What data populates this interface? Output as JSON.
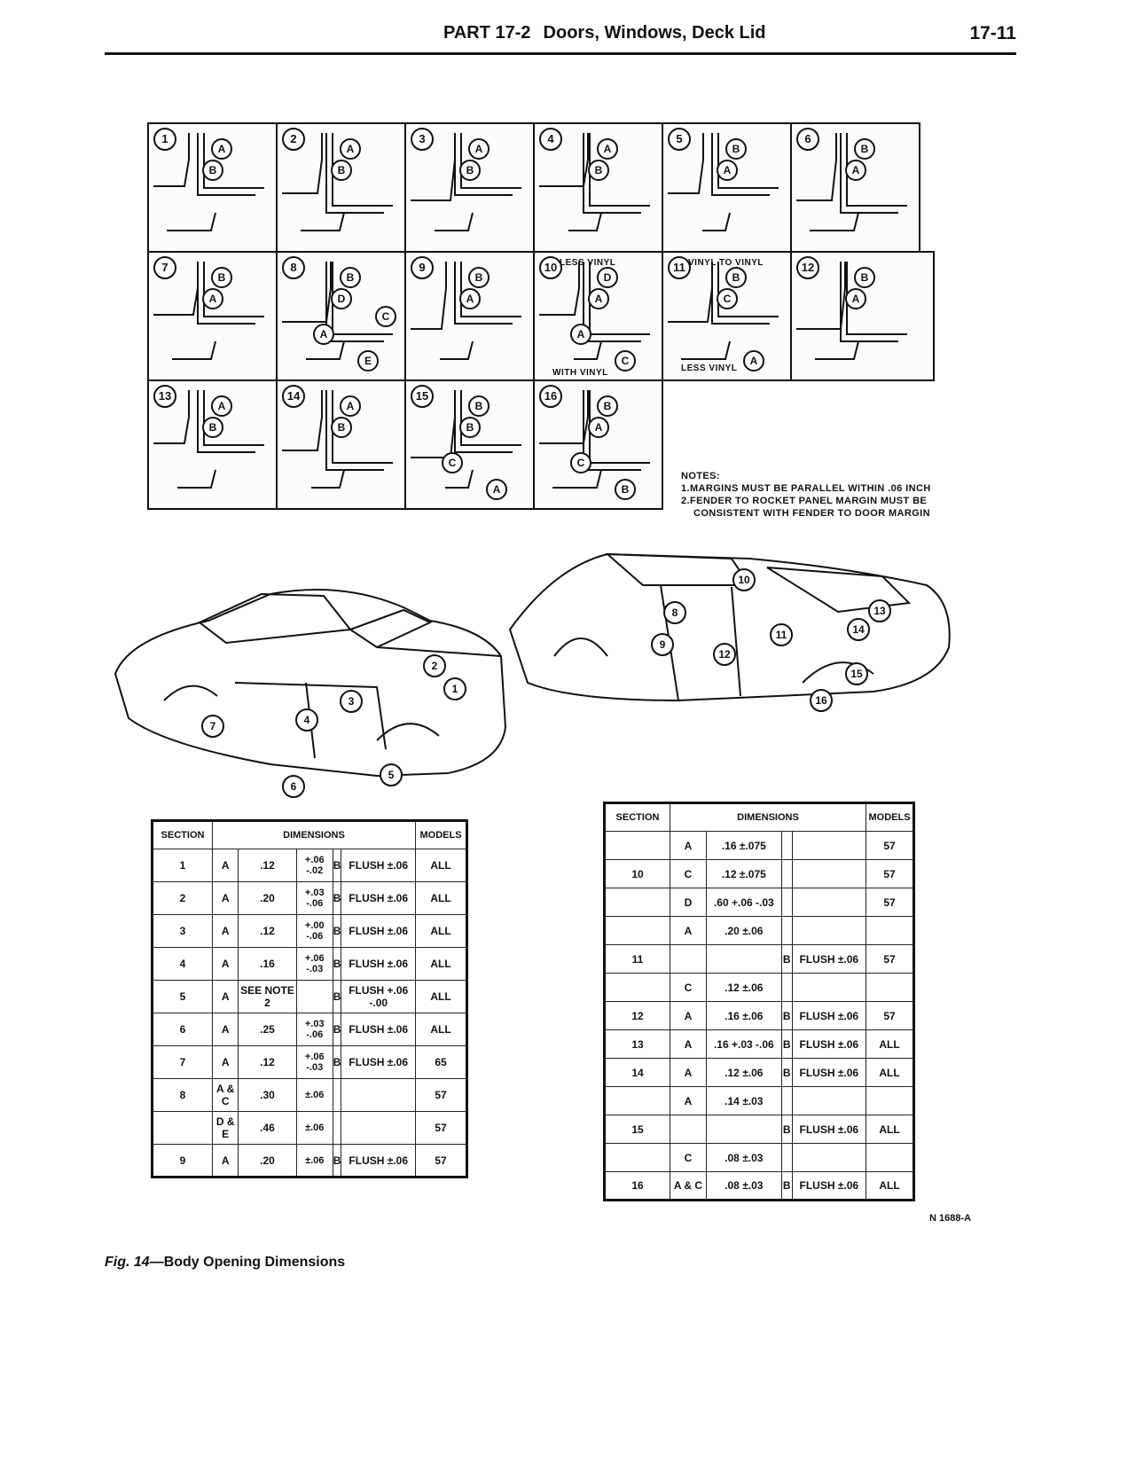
{
  "header": {
    "part": "PART 17-2",
    "title": "Doors, Windows, Deck Lid",
    "page": "17-11"
  },
  "details": [
    {
      "num": "1",
      "labels": [
        "A",
        "B"
      ]
    },
    {
      "num": "2",
      "labels": [
        "A",
        "B"
      ]
    },
    {
      "num": "3",
      "labels": [
        "A",
        "B"
      ]
    },
    {
      "num": "4",
      "labels": [
        "A",
        "B"
      ]
    },
    {
      "num": "5",
      "labels": [
        "B",
        "A"
      ]
    },
    {
      "num": "6",
      "labels": [
        "B",
        "A"
      ]
    },
    {
      "num": "7",
      "labels": [
        "B",
        "A"
      ]
    },
    {
      "num": "8",
      "labels": [
        "B",
        "D",
        "E",
        "A",
        "C"
      ]
    },
    {
      "num": "9",
      "labels": [
        "B",
        "A"
      ]
    },
    {
      "num": "10",
      "labels": [
        "D",
        "A",
        "C",
        "A"
      ],
      "texts": [
        "LESS VINYL",
        "WITH VINYL"
      ]
    },
    {
      "num": "11",
      "labels": [
        "B",
        "C",
        "A"
      ],
      "texts": [
        "VINYL TO VINYL",
        "LESS VINYL"
      ]
    },
    {
      "num": "12",
      "labels": [
        "B",
        "A"
      ]
    },
    {
      "num": "13",
      "labels": [
        "A",
        "B"
      ]
    },
    {
      "num": "14",
      "labels": [
        "A",
        "B"
      ]
    },
    {
      "num": "15",
      "labels": [
        "B",
        "B",
        "A",
        "C"
      ]
    },
    {
      "num": "16",
      "labels": [
        "B",
        "A",
        "B",
        "C"
      ]
    }
  ],
  "notes": {
    "title": "NOTES:",
    "lines": [
      "1.MARGINS MUST BE PARALLEL WITHIN .06 INCH",
      "2.FENDER TO ROCKET PANEL MARGIN MUST BE",
      "CONSISTENT WITH FENDER TO DOOR MARGIN"
    ]
  },
  "callouts": [
    "1",
    "2",
    "3",
    "4",
    "5",
    "6",
    "7",
    "8",
    "9",
    "10",
    "11",
    "12",
    "13",
    "14",
    "15",
    "16"
  ],
  "table_left": {
    "headers": [
      "SECTION",
      "DIMENSIONS",
      "MODELS"
    ],
    "rows": [
      [
        "1",
        "A",
        ".12",
        "+.06 -.02",
        "B",
        "FLUSH ±.06",
        "ALL"
      ],
      [
        "2",
        "A",
        ".20",
        "+.03 -.06",
        "B",
        "FLUSH ±.06",
        "ALL"
      ],
      [
        "3",
        "A",
        ".12",
        "+.00 -.06",
        "B",
        "FLUSH ±.06",
        "ALL"
      ],
      [
        "4",
        "A",
        ".16",
        "+.06 -.03",
        "B",
        "FLUSH ±.06",
        "ALL"
      ],
      [
        "5",
        "A",
        "SEE NOTE 2",
        "",
        "B",
        "FLUSH +.06 -.00",
        "ALL"
      ],
      [
        "6",
        "A",
        ".25",
        "+.03 -.06",
        "B",
        "FLUSH ±.06",
        "ALL"
      ],
      [
        "7",
        "A",
        ".12",
        "+.06 -.03",
        "B",
        "FLUSH ±.06",
        "65"
      ],
      [
        "8",
        "A & C",
        ".30",
        "±.06",
        "",
        "",
        "57"
      ],
      [
        "",
        "D & E",
        ".46",
        "±.06",
        "",
        "",
        "57"
      ],
      [
        "9",
        "A",
        ".20",
        "±.06",
        "B",
        "FLUSH ±.06",
        "57"
      ]
    ]
  },
  "table_right": {
    "headers": [
      "SECTION",
      "DIMENSIONS",
      "MODELS"
    ],
    "rows": [
      [
        "",
        "A",
        ".16 ±.075",
        "",
        "",
        "57"
      ],
      [
        "10",
        "C",
        ".12 ±.075",
        "",
        "",
        "57"
      ],
      [
        "",
        "D",
        ".60 +.06 -.03",
        "",
        "",
        "57"
      ],
      [
        "",
        "A",
        ".20 ±.06",
        "",
        "",
        ""
      ],
      [
        "11",
        "",
        "",
        "B",
        "FLUSH ±.06",
        "57"
      ],
      [
        "",
        "C",
        ".12 ±.06",
        "",
        "",
        ""
      ],
      [
        "12",
        "A",
        ".16 ±.06",
        "B",
        "FLUSH ±.06",
        "57"
      ],
      [
        "13",
        "A",
        ".16 +.03 -.06",
        "B",
        "FLUSH ±.06",
        "ALL"
      ],
      [
        "14",
        "A",
        ".12 ±.06",
        "B",
        "FLUSH ±.06",
        "ALL"
      ],
      [
        "",
        "A",
        ".14 ±.03",
        "",
        "",
        ""
      ],
      [
        "15",
        "",
        "",
        "B",
        "FLUSH ±.06",
        "ALL"
      ],
      [
        "",
        "C",
        ".08 ±.03",
        "",
        "",
        ""
      ],
      [
        "16",
        "A & C",
        ".08 ±.03",
        "B",
        "FLUSH ±.06",
        "ALL"
      ]
    ]
  },
  "figure_code": "N 1688-A",
  "caption": {
    "fig": "Fig. 14",
    "text": "—Body Opening Dimensions"
  }
}
